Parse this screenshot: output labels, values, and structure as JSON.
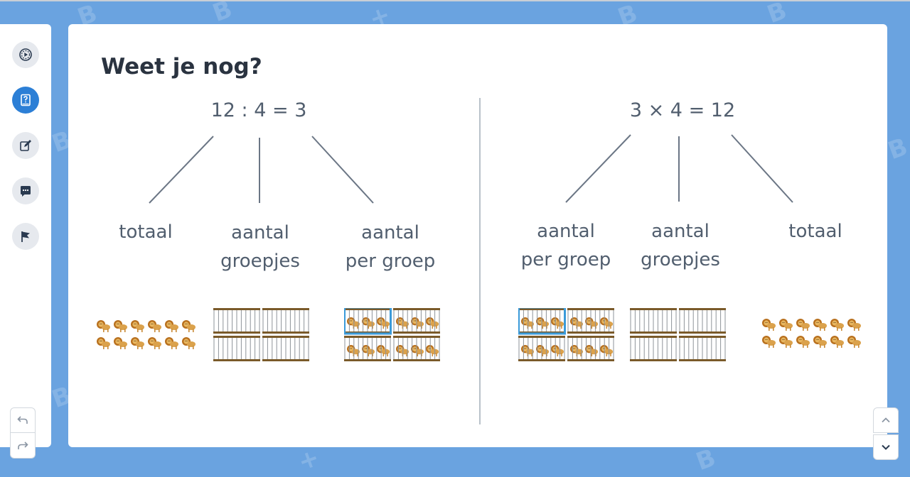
{
  "title": "Weet je nog?",
  "left": {
    "equation": "12 : 4 = 3",
    "labels": {
      "first": [
        "totaal"
      ],
      "second": [
        "aantal",
        "groepjes"
      ],
      "third": [
        "aantal",
        "per groep"
      ]
    }
  },
  "right": {
    "equation": "3 × 4 = 12",
    "labels": {
      "first": [
        "aantal",
        "per groep"
      ],
      "second": [
        "aantal",
        "groepjes"
      ],
      "third": [
        "totaal"
      ]
    }
  },
  "sidebar": {
    "items": [
      {
        "icon": "play-circle-icon",
        "active": false
      },
      {
        "icon": "question-book-icon",
        "active": true
      },
      {
        "icon": "edit-icon",
        "active": false
      },
      {
        "icon": "chat-icon",
        "active": false
      },
      {
        "icon": "flag-icon",
        "active": false
      }
    ]
  },
  "colors": {
    "background": "#6aa3e0",
    "accent": "#2c7fd6",
    "text": "#515e6e",
    "title": "#2a3340",
    "cage": "#7a5a2a",
    "highlight": "#3a9ad9"
  }
}
